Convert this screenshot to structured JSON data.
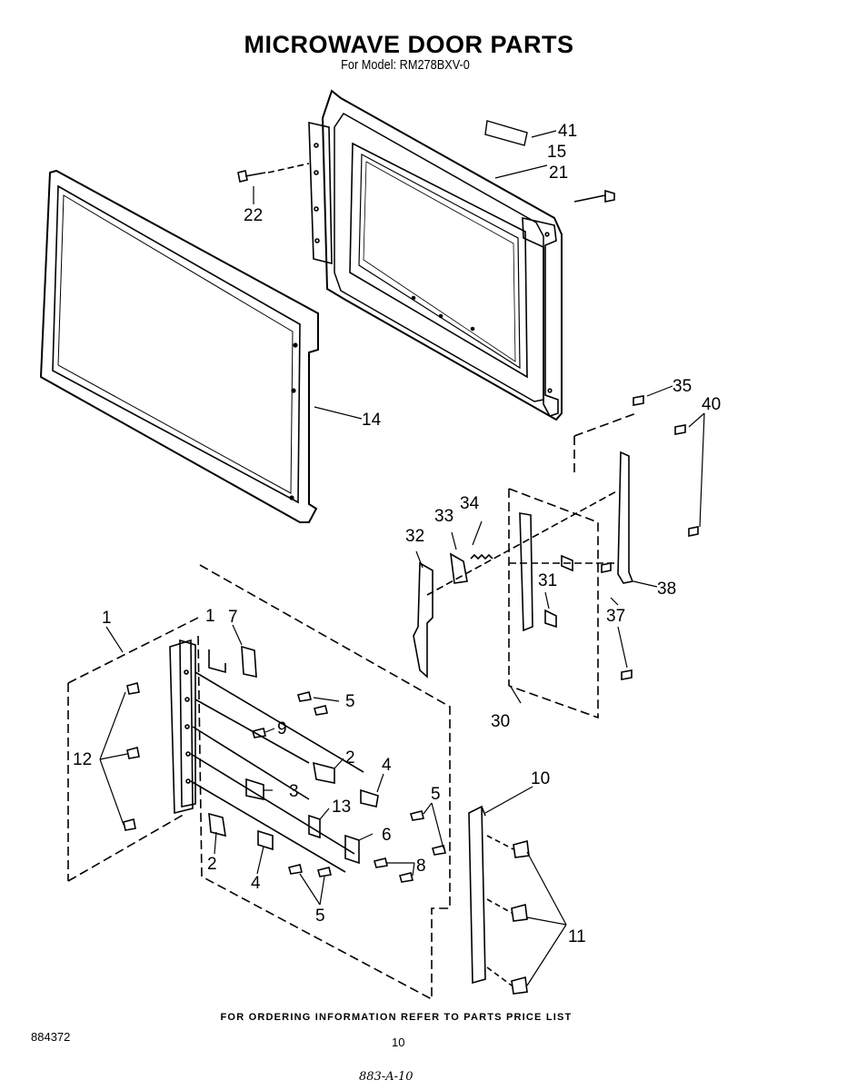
{
  "title": "MICROWAVE DOOR PARTS",
  "subtitle": "For Model: RM278BXV-0",
  "footer_note": "FOR ORDERING INFORMATION REFER TO PARTS PRICE LIST",
  "document_number": "884372",
  "page_number": "10",
  "handwritten_code": "883-A-10",
  "callouts": {
    "c41": "41",
    "c15": "15",
    "c21": "21",
    "c22": "22",
    "c14": "14",
    "c35": "35",
    "c40": "40",
    "c34": "34",
    "c33": "33",
    "c32": "32",
    "c31": "31",
    "c38": "38",
    "c37": "37",
    "c30": "30",
    "c1a": "1",
    "c1b": "1",
    "c7": "7",
    "c5a": "5",
    "c9": "9",
    "c12": "12",
    "c2a": "2",
    "c4a": "4",
    "c3": "3",
    "c5b": "5",
    "c13": "13",
    "c6": "6",
    "c8": "8",
    "c2b": "2",
    "c4b": "4",
    "c5c": "5",
    "c10": "10",
    "c11": "11"
  }
}
